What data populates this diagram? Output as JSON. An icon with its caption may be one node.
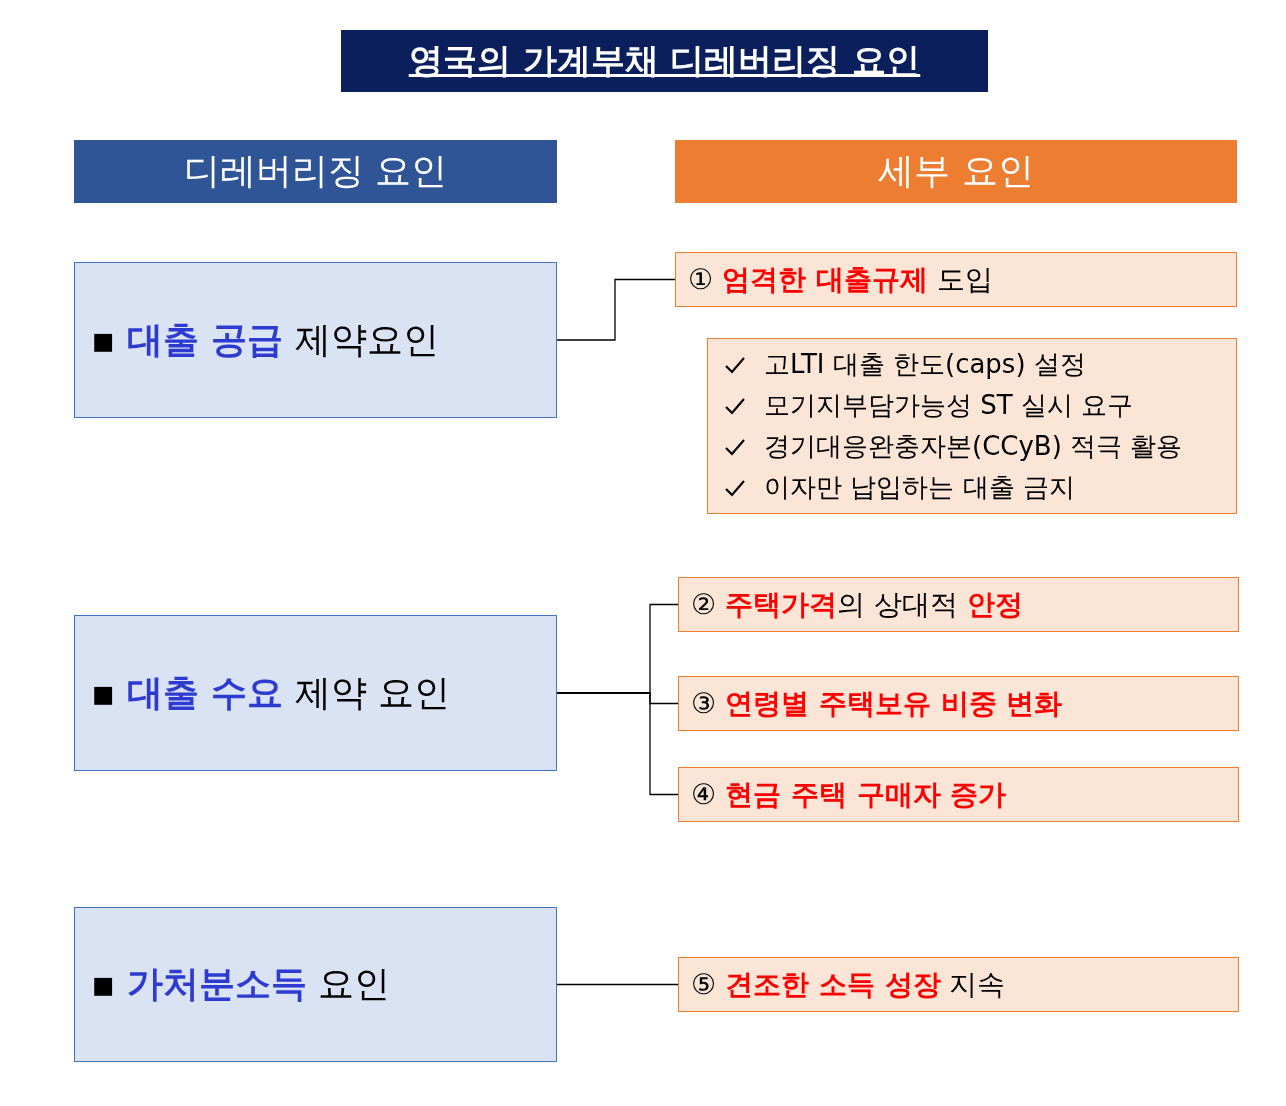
{
  "diagram": {
    "title": "영국의 가계부채 디레버리징 요인",
    "nodes": [
      {
        "text": [
          "디레버리징 요인"
        ]
      },
      {
        "text": [
          "세부 요인"
        ]
      },
      {
        "text": [
          "▪ **대출 공급** 제약요인"
        ]
      },
      {
        "text": [
          "① **엄격한 대출규제** 도입"
        ]
      },
      {
        "text": [
          "고LTI 대출 한도(caps) 설정",
          "모기지부담가능성 ST 실시 요구",
          "경기대응완충자본(CCyB) 적극 활용",
          "이자만 납입하는 대출 금지"
        ]
      },
      {
        "text": [
          "▪ **대출 수요** 제약 요인"
        ]
      },
      {
        "text": [
          "② **주택가격**의 상대적 **안정**"
        ]
      },
      {
        "text": [
          "③ **연령별 주택보유 비중 변화**"
        ]
      },
      {
        "text": [
          "④ **현금 주택 구매자 증가**"
        ]
      },
      {
        "text": [
          "▪ **가처분소득** 요인"
        ]
      },
      {
        "text": [
          "⑤ **견조한 소득 성장** 지속"
        ]
      }
    ],
    "edges": [
      {
        "from": 2,
        "to": 3,
        "arrow": "none"
      },
      {
        "from": 5,
        "to": 6,
        "arrow": "none"
      },
      {
        "from": 5,
        "to": 7,
        "arrow": "none"
      },
      {
        "from": 5,
        "to": 8,
        "arrow": "none"
      },
      {
        "from": 9,
        "to": 10,
        "arrow": "none"
      }
    ]
  }
}
